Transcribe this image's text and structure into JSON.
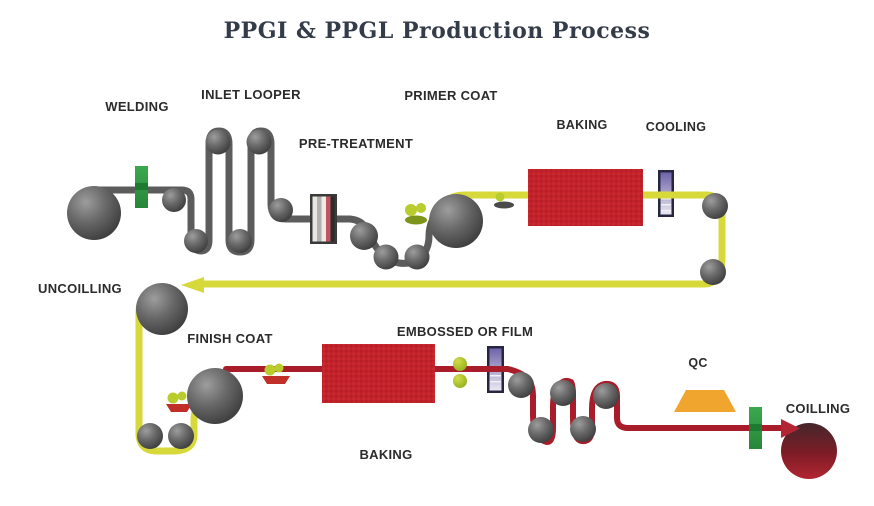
{
  "title": "PPGI & PPGL Production Process",
  "labels": {
    "welding": "WELDING",
    "inlet_looper": "INLET LOOPER",
    "pre_treatment": "PRE-TREATMENT",
    "primer_coat": "PRIMER COAT",
    "baking_top": "BAKING",
    "cooling": "COOLING",
    "uncoilling": "UNCOILLING",
    "finish_coat": "FINISH COAT",
    "embossed_or_film": "EMBOSSED OR FILM",
    "baking_bottom": "BAKING",
    "qc": "QC",
    "coilling": "COILLING"
  },
  "colors": {
    "title_text": "#343c4a",
    "label_text": "#2b2b2b",
    "strip_gray": "#5c5c5c",
    "strip_yellow": "#d7d93b",
    "strip_red": "#a91d2a",
    "arrow_red": "#b22533",
    "oven_red": "#c2232a",
    "welding_green_dark": "#1d7a30",
    "qc_orange": "#f0a52e",
    "applicator_green": "#b9cc2e",
    "applicator_olive": "#7e941a",
    "tray_red": "#c03028",
    "tray_dark": "#4a4a4a"
  }
}
